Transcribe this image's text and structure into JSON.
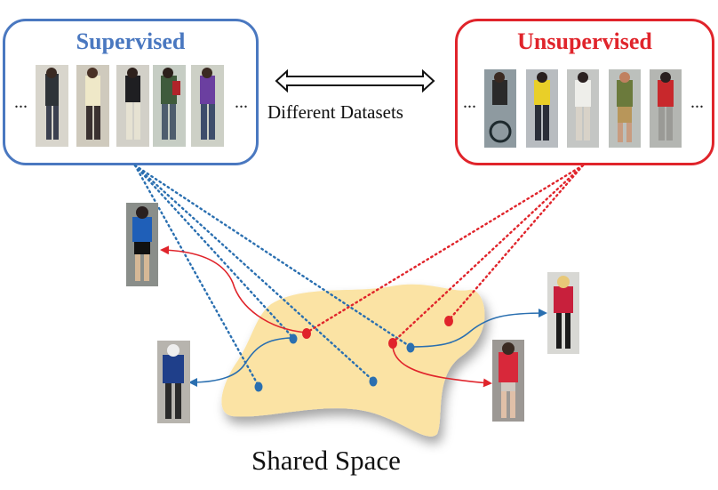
{
  "supervised": {
    "title": "Supervised",
    "ellipsis_left": "...",
    "ellipsis_right": "..."
  },
  "unsupervised": {
    "title": "Unsupervised",
    "ellipsis_left": "...",
    "ellipsis_right": "..."
  },
  "arrow_label": "Different Datasets",
  "caption": "Shared Space",
  "colors": {
    "supervised": "#4a78c0",
    "unsupervised": "#e0242b",
    "shared_space": "#fbe3a4",
    "blue_line": "#2a6fb0",
    "red_line": "#e0242b"
  }
}
